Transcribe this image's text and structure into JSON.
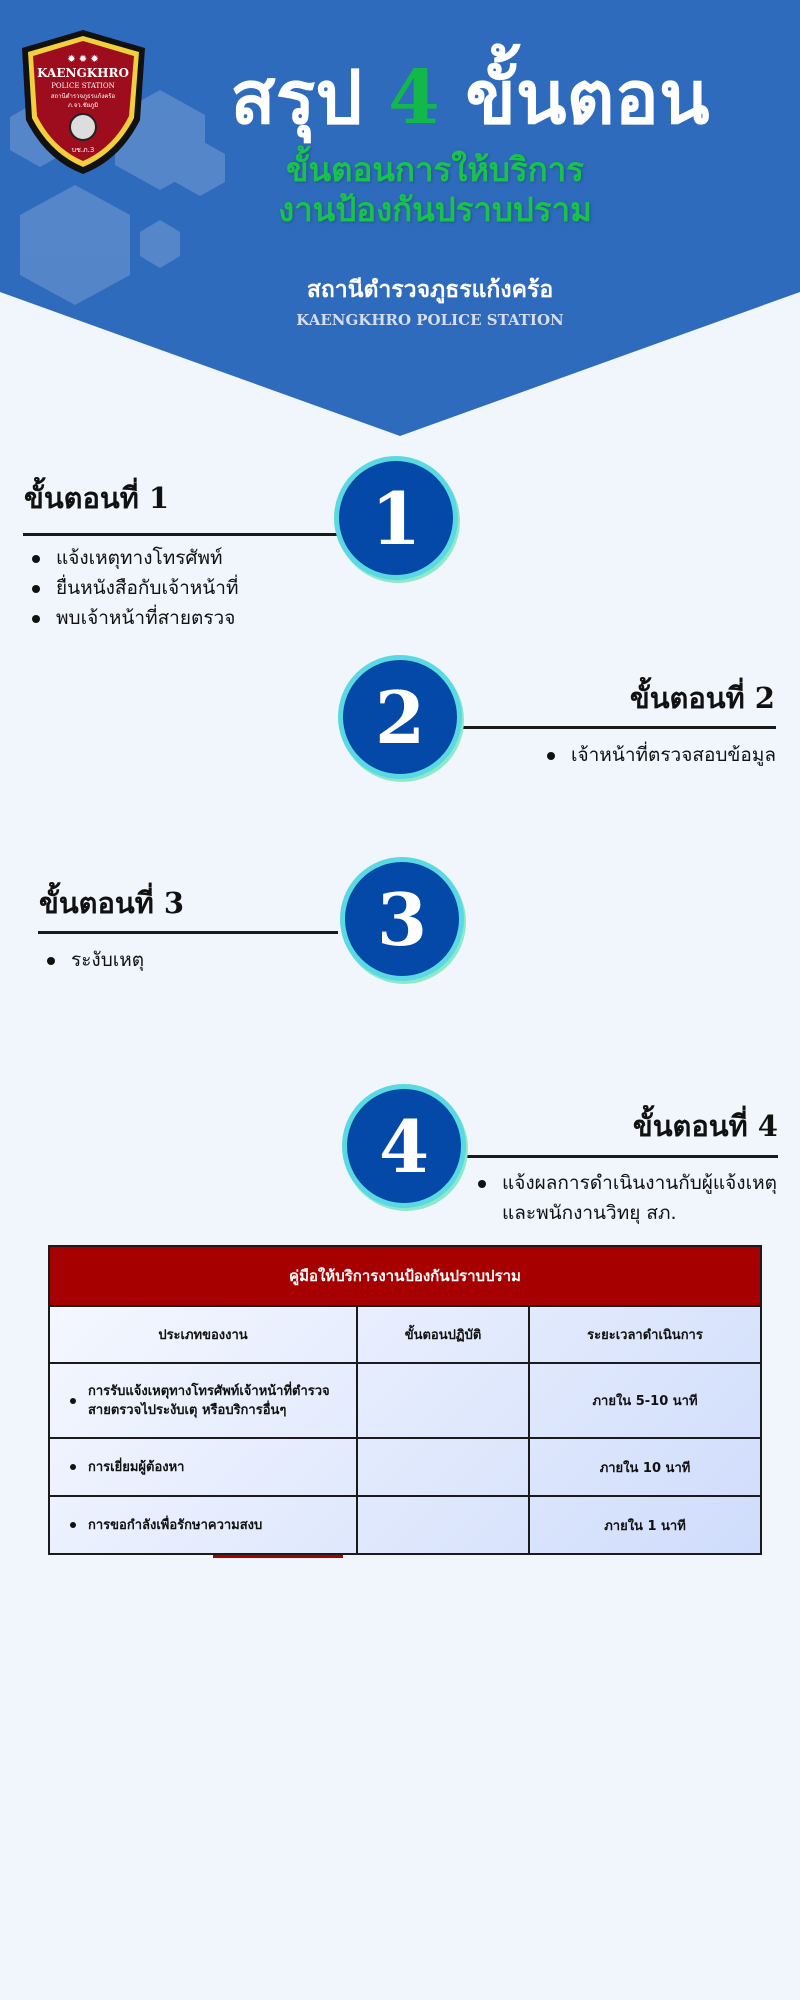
{
  "header": {
    "title_prefix": "สรุป",
    "title_number": "4",
    "title_suffix": "ขั้นตอน",
    "subtitle_line1": "ขั้นตอนการให้บริการ",
    "subtitle_line2": "งานป้องกันปราบปราม",
    "station_th": "สถานีตำรวจภูธรแก้งคร้อ",
    "station_en": "KAENGKHRO POLICE STATION",
    "logo": {
      "line1": "KAENGKHRO",
      "line2": "POLICE STATION",
      "line3": "สถานีตำรวจภูธรแก้งคร้อ",
      "line4": "ภ.จว.ชัยภูมิ",
      "line5": "บช.ภ.3"
    }
  },
  "colors": {
    "header_blue": "#2f6bbd",
    "accent_green": "#12b84a",
    "circle_blue": "#0449a8",
    "circle_ring": "#5ad9e3",
    "table_red": "#a60000"
  },
  "steps": [
    {
      "number": "1",
      "title": "ขั้นตอนที่ 1",
      "items": [
        "แจ้งเหตุทางโทรศัพท์",
        "ยื่นหนังสือกับเจ้าหน้าที่",
        "พบเจ้าหน้าที่สายตรวจ"
      ]
    },
    {
      "number": "2",
      "title": "ขั้นตอนที่ 2",
      "items": [
        "เจ้าหน้าที่ตรวจสอบข้อมูล"
      ]
    },
    {
      "number": "3",
      "title": "ขั้นตอนที่ 3",
      "items": [
        "ระงับเหตุ"
      ]
    },
    {
      "number": "4",
      "title": "ขั้นตอนที่ 4",
      "items": [
        "แจ้งผลการดำเนินงานกับผู้แจ้งเหตุ",
        "และพนักงานวิทยุ สภ."
      ]
    }
  ],
  "table": {
    "caption": "คู่มือให้บริการงานป้องกันปราบปราม",
    "headers": [
      "ประเภทของงาน",
      "ขั้นตอนปฏิบัติ",
      "ระยะเวลาดำเนินการ"
    ],
    "rows": [
      {
        "type_line1": "การรับแจ้งเหตุทางโทรศัพท์เจ้าหน้าที่ตำรวจ",
        "type_line2": "สายตรวจไประงับเตุ หรือบริการอื่นๆ",
        "steps": "",
        "duration": "ภายใน  5-10  นาที"
      },
      {
        "type_line1": "การเยี่ยมผู้ต้องหา",
        "steps": "",
        "duration": "ภายใน  10  นาที"
      },
      {
        "type_line1": "การขอกำลังเพื่อรักษาความสงบ",
        "steps": "",
        "duration": "ภายใน  1 นาที"
      }
    ]
  }
}
